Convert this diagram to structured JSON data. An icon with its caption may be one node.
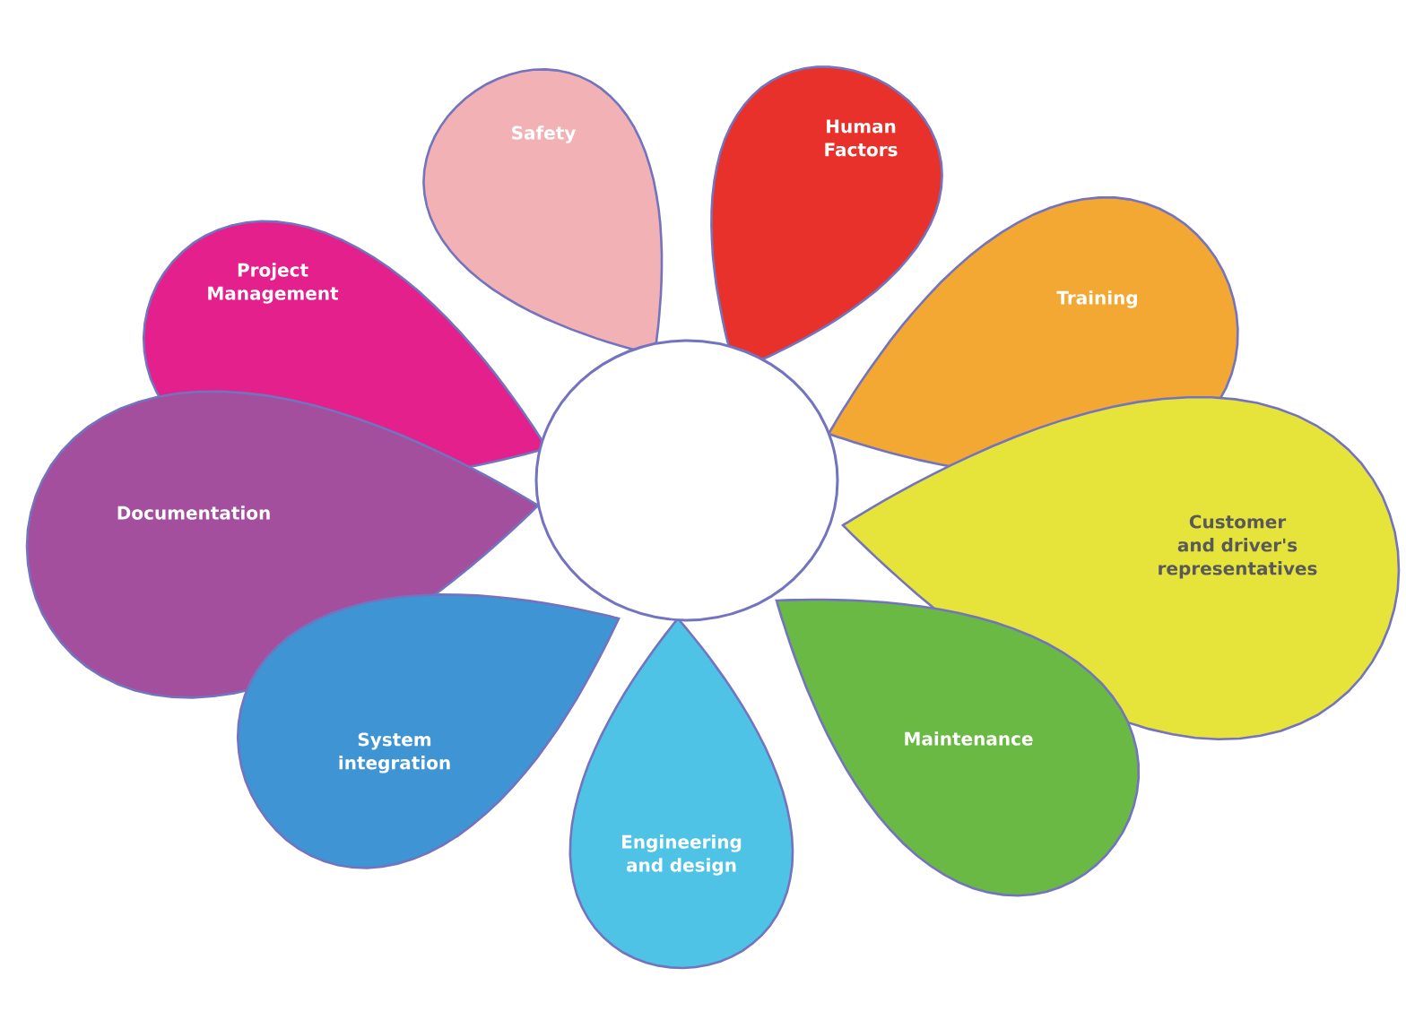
{
  "diagram": {
    "nodes": [
      {
        "text": [
          "Safety"
        ]
      },
      {
        "text": [
          "Human Factors"
        ]
      },
      {
        "text": [
          "Project Management"
        ]
      },
      {
        "text": [
          "Training"
        ]
      },
      {
        "text": [
          "Documentation"
        ]
      },
      {
        "text": [
          "Customer and driver's representatives"
        ]
      },
      {
        "text": [
          "System integration"
        ]
      },
      {
        "text": [
          "Maintenance"
        ]
      },
      {
        "text": [
          "Engineering and design"
        ]
      },
      {
        "text": [],
        "shape": "circle"
      }
    ]
  }
}
